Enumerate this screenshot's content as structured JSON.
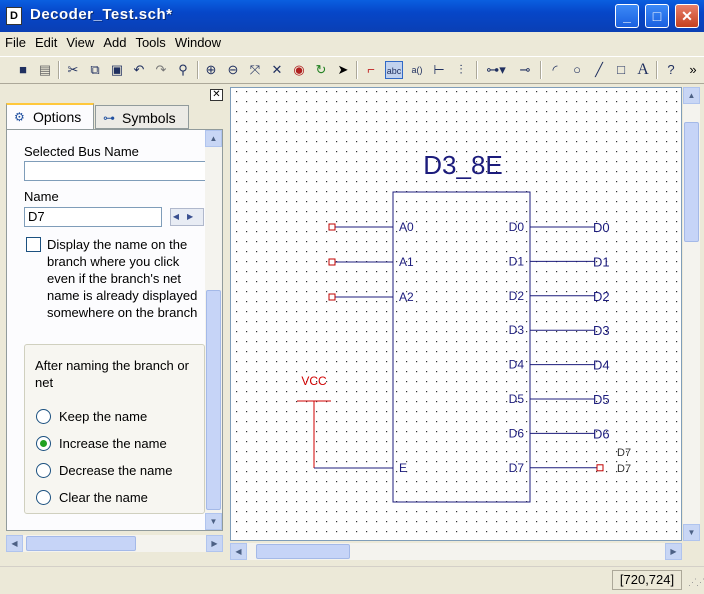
{
  "window": {
    "title": "Decoder_Test.sch*",
    "minimize": "_",
    "maximize": "□",
    "close": "✕"
  },
  "menu": [
    "File",
    "Edit",
    "View",
    "Add",
    "Tools",
    "Window"
  ],
  "toolbar": {
    "overflow": "»"
  },
  "panel": {
    "close": "✕",
    "tabs": [
      {
        "label": "Options"
      },
      {
        "label": "Symbols"
      }
    ],
    "selected_bus_label": "Selected Bus Name",
    "selected_bus_value": "",
    "name_label": "Name",
    "name_value": "D7",
    "display_name_text": "Display the name on the branch where you click even if the branch's net name is already displayed somewhere on the branch",
    "display_name_checked": false,
    "after_naming_label": "After naming the branch or net",
    "options": [
      {
        "label": "Keep the name",
        "selected": false
      },
      {
        "label": "Increase the name",
        "selected": true
      },
      {
        "label": "Decrease the name",
        "selected": false
      },
      {
        "label": "Clear the name",
        "selected": false
      }
    ]
  },
  "schematic": {
    "component_name": "D3_8E",
    "inputs": [
      "A0",
      "A1",
      "A2"
    ],
    "enable": "E",
    "outputs": [
      "D0",
      "D1",
      "D2",
      "D3",
      "D4",
      "D5",
      "D6",
      "D7"
    ],
    "net_labels": [
      "D0",
      "D1",
      "D2",
      "D3",
      "D4",
      "D5",
      "D6"
    ],
    "cursor_label_1": "D7",
    "cursor_label_2": "D7",
    "power_label": "VCC",
    "colors": {
      "wire": "#1C1C7C",
      "pin": "#C00000",
      "power": "#D00000",
      "title": "#1C1C7C"
    }
  },
  "status": {
    "coordinates": "[720,724]"
  }
}
